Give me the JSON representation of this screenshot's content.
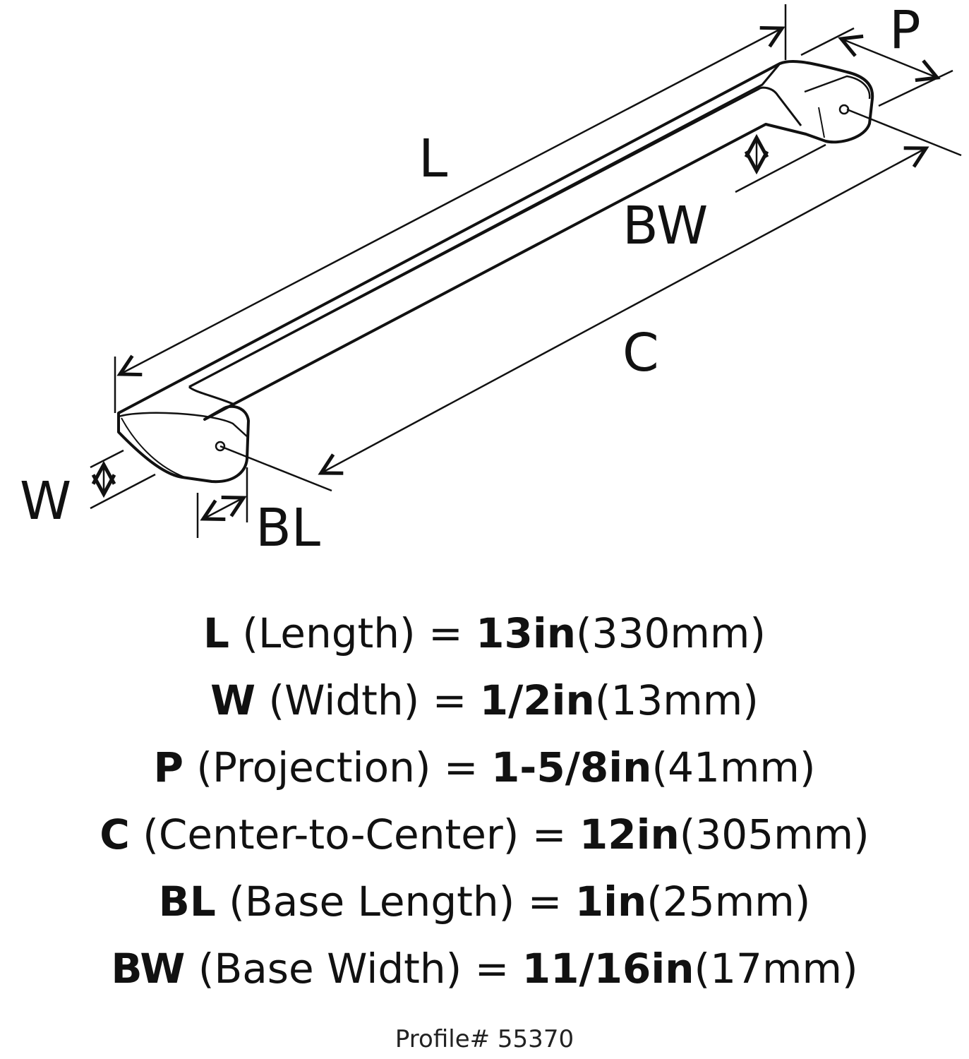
{
  "diagram": {
    "labels": {
      "L": "L",
      "P": "P",
      "BW": "BW",
      "C": "C",
      "W": "W",
      "BL": "BL"
    }
  },
  "specs": [
    {
      "code": "L",
      "desc": "(Length) = ",
      "value": "13in",
      "metric": "(330mm)"
    },
    {
      "code": "W",
      "desc": "(Width) = ",
      "value": "1/2in",
      "metric": "(13mm)"
    },
    {
      "code": "P",
      "desc": "(Projection) = ",
      "value": "1-5/8in",
      "metric": "(41mm)"
    },
    {
      "code": "C",
      "desc": "(Center-to-Center) = ",
      "value": "12in",
      "metric": "(305mm)"
    },
    {
      "code": "BL",
      "desc": "(Base Length) = ",
      "value": "1in",
      "metric": "(25mm)"
    },
    {
      "code": "BW",
      "desc": "(Base Width) = ",
      "value": "11/16in",
      "metric": "(17mm)"
    }
  ],
  "footer": {
    "profile": "Profile# 55370"
  }
}
